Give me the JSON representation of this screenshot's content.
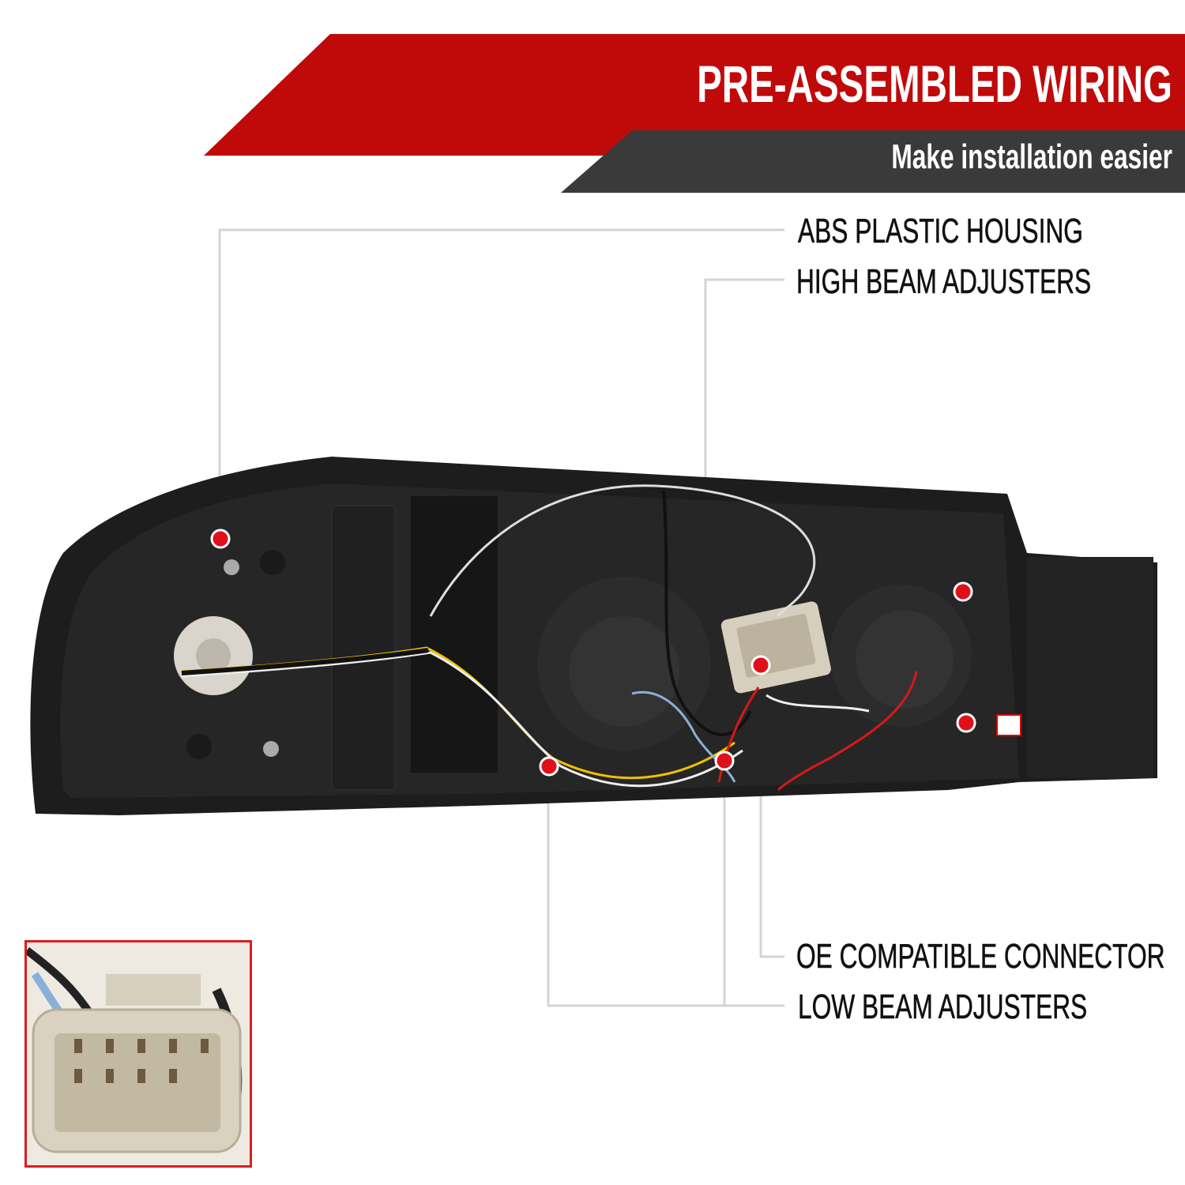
{
  "banner": {
    "title": "PRE-ASSEMBLED WIRING",
    "subtitle": "Make installation easier"
  },
  "callouts": [
    {
      "label": "ABS PLASTIC HOUSING"
    },
    {
      "label": "HIGH BEAM ADJUSTERS"
    },
    {
      "label": "OE COMPATIBLE CONNECTOR"
    },
    {
      "label": "LOW BEAM ADJUSTERS"
    }
  ],
  "colors": {
    "banner_red": "#c00a0a",
    "banner_dark": "#3a3a3a",
    "marker_red": "#e0101a",
    "inset_border": "#d81e1e",
    "callout_line": "#d4d4d4"
  }
}
